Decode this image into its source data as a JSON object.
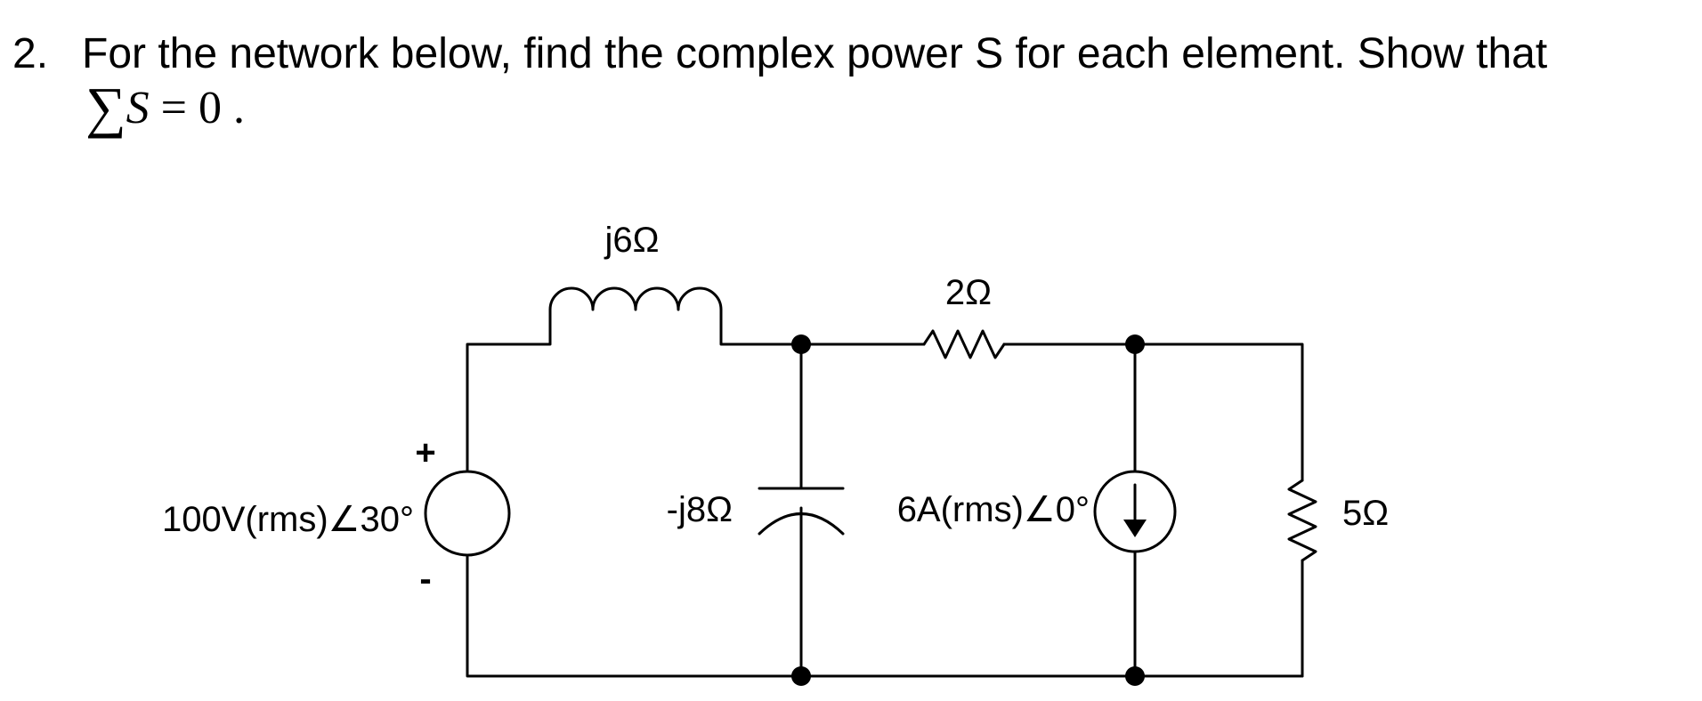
{
  "problem": {
    "number": "2.",
    "text": "For the network below, find the complex power S for each element.  Show that",
    "equation": {
      "sigma": "∑",
      "variable": "S",
      "rest": " = 0 ."
    }
  },
  "circuit": {
    "inductor_label": "j6Ω",
    "resistor_top_label": "2Ω",
    "voltage_source_label": "100V(rms)∠30°",
    "plus_sign": "+",
    "minus_sign": "-",
    "capacitor_label": "-j8Ω",
    "current_source_label": "6A(rms)∠0°",
    "resistor_right_label": "5Ω"
  }
}
